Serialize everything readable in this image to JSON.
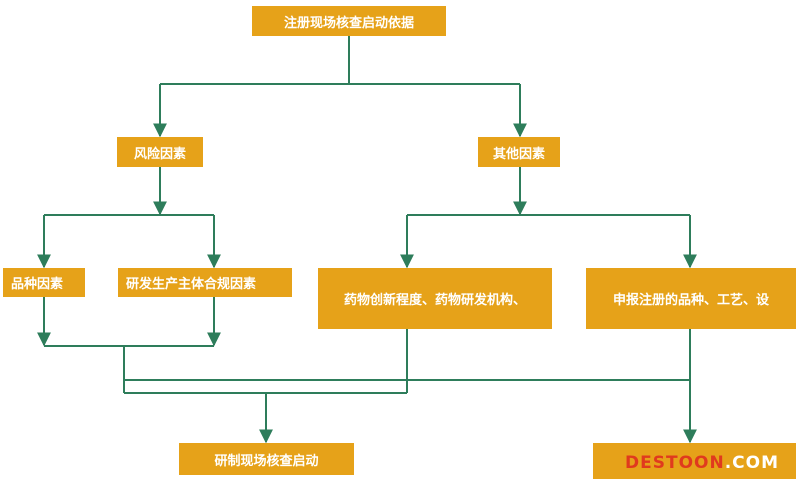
{
  "flowchart": {
    "root": "注册现场核查启动依据",
    "risk_factors": "风险因素",
    "other_factors": "其他因素",
    "variety_factors": "品种因素",
    "rd_subject_factors": "研发生产主体合规因素",
    "drug_innovation": "药物创新程度、药物研发机构、",
    "application_info": "申报注册的品种、工艺、设",
    "rd_inspection_start": "研制现场核查启动",
    "right_bottom": ""
  },
  "watermark": {
    "main": "DESTOON",
    "tld": ".COM"
  },
  "colors": {
    "node_fill": "#E6A219",
    "node_text": "#FFFFFF",
    "connector": "#2E7D5B",
    "watermark": "#E03A1E"
  }
}
